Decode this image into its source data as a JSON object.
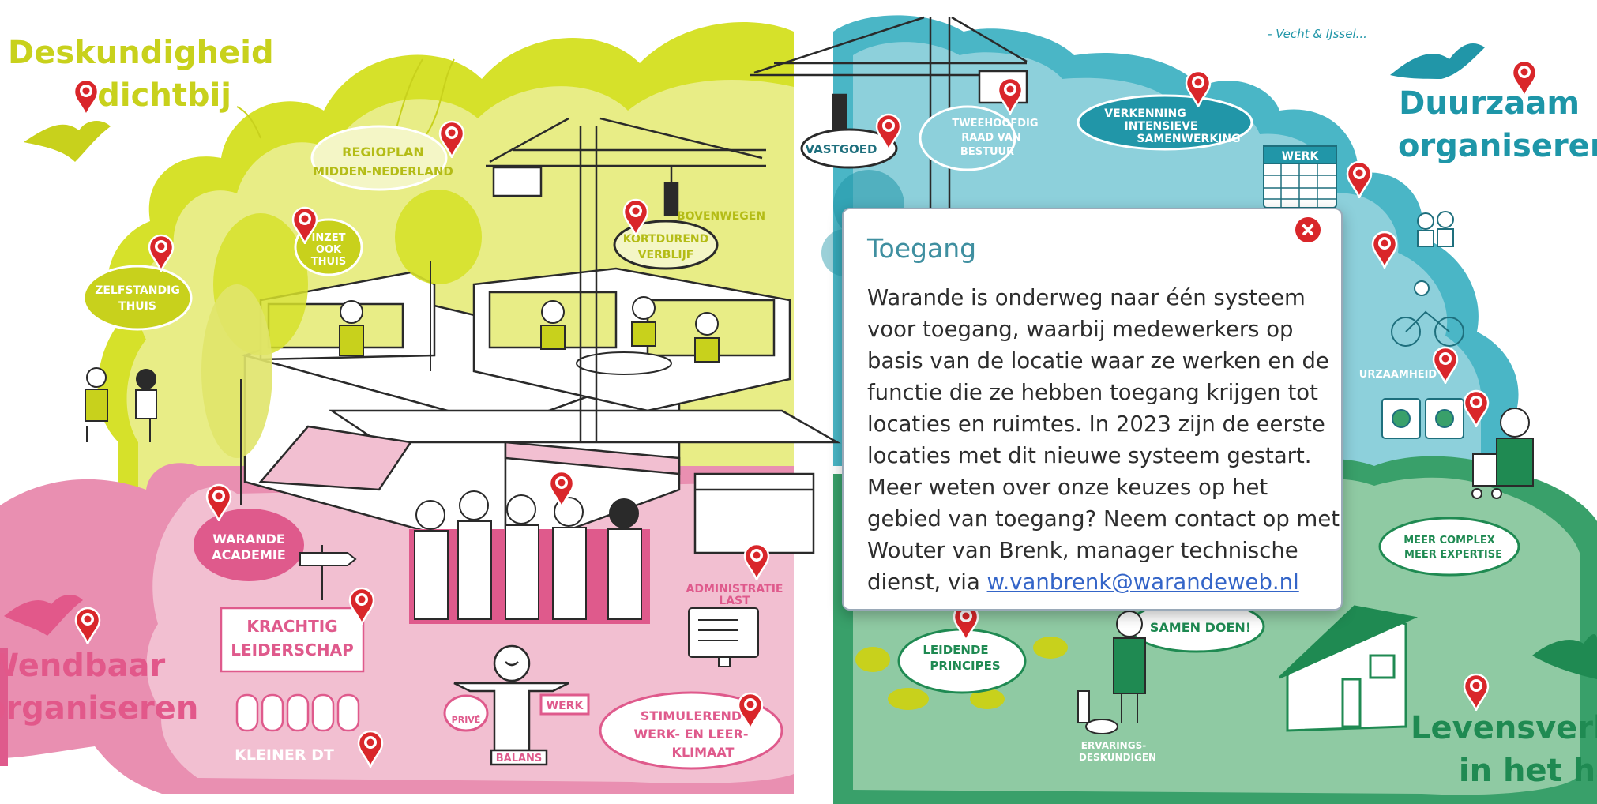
{
  "colors": {
    "yellow": "#d6e12a",
    "yellow_light": "#e8ed86",
    "teal": "#4ab6c6",
    "teal_dark": "#2196a8",
    "pink": "#e98fb1",
    "pink_dark": "#df5a8c",
    "green": "#39a06a",
    "green_light": "#8fcaa3",
    "pin_red": "#d9262a",
    "heading_teal": "#1e96a8",
    "heading_green": "#1f8a52",
    "heading_yellow": "#c8d11c",
    "heading_pink": "#e2588a"
  },
  "headings": {
    "deskundigheid_1": "Deskundigheid",
    "deskundigheid_2": "dichtbij",
    "duurzaam_1": "Duurzaam",
    "duurzaam_2": "organiseren",
    "wendbaar_1": "Wendbaar",
    "wendbaar_2": "organiseren",
    "levensverhaal_1": "Levensverhaal",
    "levensverhaal_2": "in het hart"
  },
  "labels": {
    "regioplan_1": "REGIOPLAN",
    "regioplan_2": "MIDDEN-NEDERLAND",
    "inzet_1": "INZET",
    "inzet_2": "OOK",
    "inzet_3": "THUIS",
    "zelfstandig_1": "ZELFSTANDIG",
    "zelfstandig_2": "THUIS",
    "bovenwegen": "BOVENWEGEN",
    "kortdurend_1": "KORTDUREND",
    "kortdurend_2": "VERBLIJF",
    "vastgoed": "VASTGOED",
    "tweehoofdig_1": "TWEEHOOFDIG",
    "tweehoofdig_2": "RAAD VAN",
    "tweehoofdig_3": "BESTUUR",
    "verkenning_1": "VERKENNING",
    "verkenning_2": "INTENSIEVE",
    "verkenning_3": "SAMENWERKING",
    "vecht": "- Vecht & IJssel...",
    "werk_calendar": "WERK",
    "duurzaamheid": "URZAAMHEID",
    "warande_1": "WARANDE",
    "warande_2": "ACADEMIE",
    "krachtig_1": "KRACHTIG",
    "krachtig_2": "LEIDERSCHAP",
    "kleiner": "KLEINER DT",
    "administratie_1": "ADMINISTRATIE",
    "administratie_2": "LAST",
    "prive": "PRIVÉ",
    "werk": "WERK",
    "balans": "BALANS",
    "stimulerend_1": "STIMULEREND",
    "stimulerend_2": "WERK- EN LEER-",
    "stimulerend_3": "KLIMAAT",
    "leidende_1": "LEIDENDE",
    "leidende_2": "PRINCIPES",
    "samen": "SAMEN DOEN!",
    "ervarings_1": "ERVARINGS-",
    "ervarings_2": "DESKUNDIGEN",
    "complex_1": "MEER COMPLEX",
    "complex_2": "MEER EXPERTISE"
  },
  "popup": {
    "title": "Toegang",
    "lines": [
      "Warande is onderweg naar één systeem",
      "voor toegang, waarbij medewerkers op",
      "basis van de locatie waar ze werken en de",
      "functie die ze hebben toegang krijgen tot",
      "locaties en ruimtes. In 2023 zijn de eerste",
      "locaties met dit nieuwe systeem gestart.",
      "Meer weten over onze keuzes op het",
      "gebied van toegang? Neem contact op met",
      "Wouter van Brenk, manager technische"
    ],
    "last_prefix": "dienst, via ",
    "email": "w.vanbrenk@warandeweb.nl",
    "close_icon": "close-icon"
  }
}
